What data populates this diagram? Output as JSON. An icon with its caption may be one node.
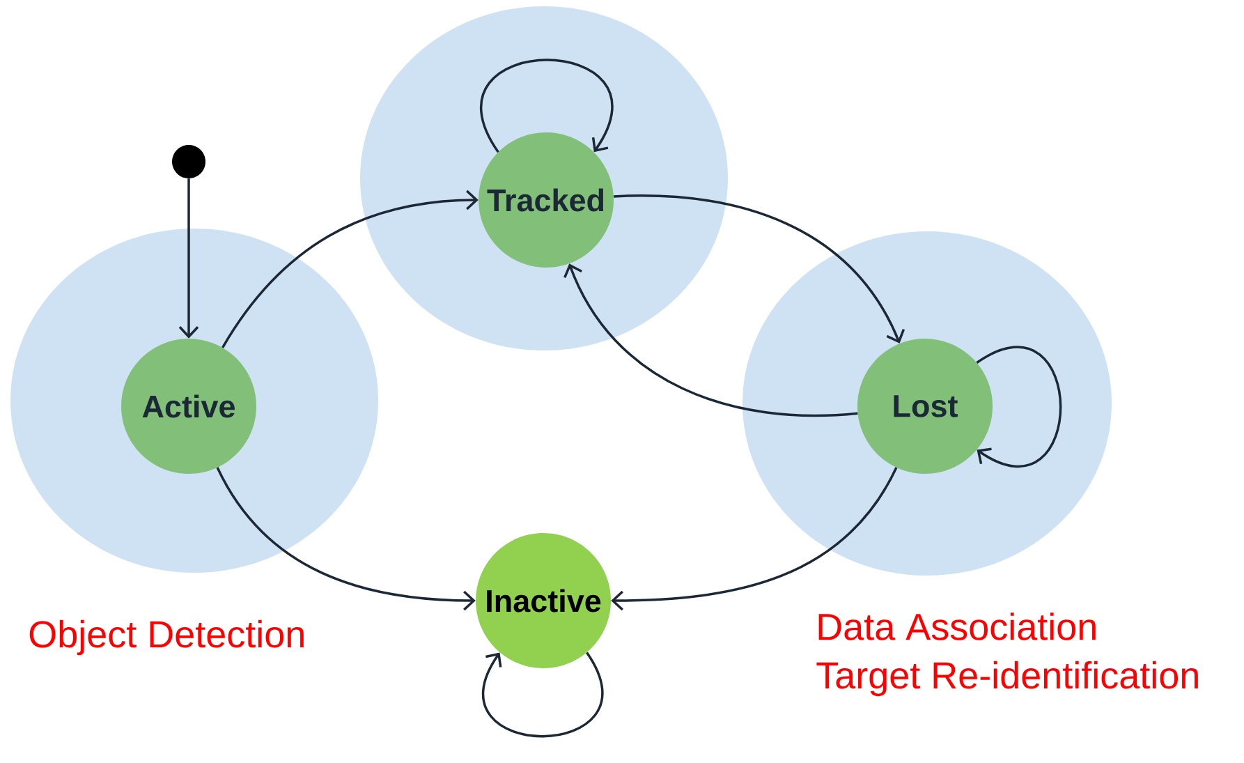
{
  "diagram": {
    "nodes": [
      {
        "text": [],
        "shape": "circle"
      },
      {
        "text": [],
        "shape": "ellipse"
      },
      {
        "text": [
          "Active"
        ],
        "in": 1
      },
      {
        "text": [],
        "shape": "ellipse"
      },
      {
        "text": [
          "Tracked"
        ],
        "in": 3
      },
      {
        "text": [],
        "shape": "ellipse"
      },
      {
        "text": [
          "Lost"
        ],
        "in": 5
      },
      {
        "text": [
          "Inactive"
        ]
      }
    ],
    "edges": [
      {
        "from": 0,
        "to": 2,
        "arrow": "to"
      },
      {
        "from": 2,
        "to": 4,
        "arrow": "to"
      },
      {
        "from": 4,
        "to": 4,
        "arrow": "to"
      },
      {
        "from": 4,
        "to": 6,
        "arrow": "to"
      },
      {
        "from": 6,
        "to": 4,
        "arrow": "to"
      },
      {
        "from": 6,
        "to": 6,
        "arrow": "to"
      },
      {
        "from": 2,
        "to": 7,
        "arrow": "to"
      },
      {
        "from": 6,
        "to": 7,
        "arrow": "to"
      },
      {
        "from": 7,
        "to": 7,
        "arrow": "to"
      }
    ],
    "labels": [
      "Object Detection",
      "Data Association",
      "Target Re-identification"
    ]
  }
}
